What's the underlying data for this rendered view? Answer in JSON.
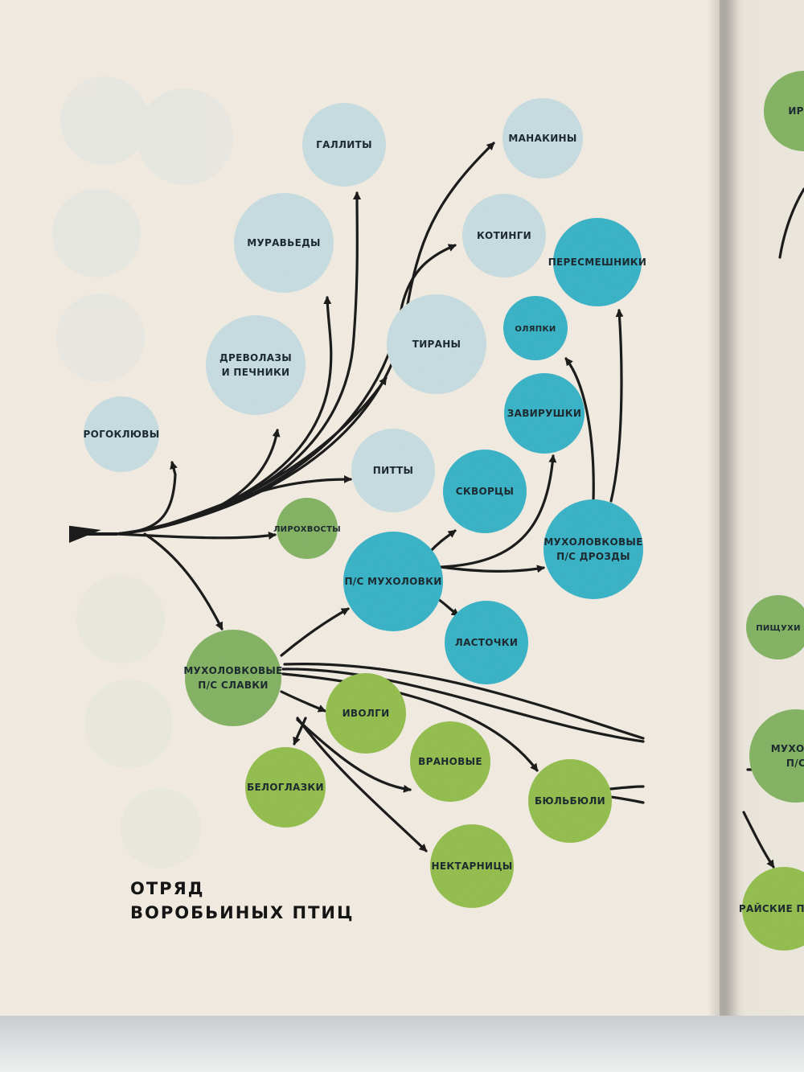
{
  "title": {
    "line1": "ОТРЯД",
    "line2": "ВОРОБЬИНЫХ ПТИЦ"
  },
  "colors": {
    "pale_blue": "#c7dee2",
    "turquoise": "#2fb1c6",
    "green": "#7fb15c",
    "lime_green": "#8fbd45",
    "arrow": "#1c1c1c"
  },
  "nodes": [
    {
      "id": "gallity",
      "lines": [
        "ГАЛЛИТЫ"
      ],
      "color": "pale_blue"
    },
    {
      "id": "manakiny",
      "lines": [
        "МАНАКИНЫ"
      ],
      "color": "pale_blue"
    },
    {
      "id": "muravedy",
      "lines": [
        "МУРАВЬЕДЫ"
      ],
      "color": "pale_blue"
    },
    {
      "id": "kotingi",
      "lines": [
        "КОТИНГИ"
      ],
      "color": "pale_blue"
    },
    {
      "id": "peresmeshniki",
      "lines": [
        "ПЕРЕСМЕШНИКИ"
      ],
      "color": "turquoise"
    },
    {
      "id": "drevolazy",
      "lines": [
        "ДРЕВОЛАЗЫ",
        "И ПЕЧНИКИ"
      ],
      "color": "pale_blue"
    },
    {
      "id": "tirany",
      "lines": [
        "ТИРАНЫ"
      ],
      "color": "pale_blue"
    },
    {
      "id": "olyapki",
      "lines": [
        "ОЛЯПКИ"
      ],
      "color": "turquoise"
    },
    {
      "id": "zavirushki",
      "lines": [
        "ЗАВИРУШКИ"
      ],
      "color": "turquoise"
    },
    {
      "id": "rogoklyuvy",
      "lines": [
        "РОГОКЛЮВЫ"
      ],
      "color": "pale_blue"
    },
    {
      "id": "pitty",
      "lines": [
        "ПИТТЫ"
      ],
      "color": "pale_blue"
    },
    {
      "id": "skvortsy",
      "lines": [
        "СКВОРЦЫ"
      ],
      "color": "turquoise"
    },
    {
      "id": "lirokhvosty",
      "lines": [
        "ЛИРОХВОСТЫ"
      ],
      "color": "green"
    },
    {
      "id": "drozdy",
      "lines": [
        "МУХОЛОВКОВЫЕ",
        "П/С ДРОЗДЫ"
      ],
      "color": "turquoise"
    },
    {
      "id": "mukholovki",
      "lines": [
        "П/С МУХОЛОВКИ"
      ],
      "color": "turquoise"
    },
    {
      "id": "lastochki",
      "lines": [
        "ЛАСТОЧКИ"
      ],
      "color": "turquoise"
    },
    {
      "id": "slavki",
      "lines": [
        "МУХОЛОВКОВЫЕ",
        "П/С СЛАВКИ"
      ],
      "color": "green"
    },
    {
      "id": "ivolgi",
      "lines": [
        "ИВОЛГИ"
      ],
      "color": "lime_green"
    },
    {
      "id": "vranovye",
      "lines": [
        "ВРАНОВЫЕ"
      ],
      "color": "lime_green"
    },
    {
      "id": "belоglazki",
      "lines": [
        "БЕЛОГЛАЗКИ"
      ],
      "color": "lime_green"
    },
    {
      "id": "bulbuli",
      "lines": [
        "БЮЛЬБЮЛИ"
      ],
      "color": "lime_green"
    },
    {
      "id": "nektarnitsy",
      "lines": [
        "НЕКТАРНИЦЫ"
      ],
      "color": "lime_green"
    }
  ],
  "edges": [
    [
      "root",
      "rogoklyuvy"
    ],
    [
      "root",
      "drevolazy"
    ],
    [
      "root",
      "muravedy"
    ],
    [
      "root",
      "gallity"
    ],
    [
      "root",
      "tirany"
    ],
    [
      "root",
      "manakiny"
    ],
    [
      "root",
      "kotingi"
    ],
    [
      "root",
      "pitty"
    ],
    [
      "root",
      "lirokhvosty"
    ],
    [
      "root",
      "slavki"
    ],
    [
      "slavki",
      "mukholovki"
    ],
    [
      "mukholovki",
      "skvortsy"
    ],
    [
      "mukholovki",
      "drozdy"
    ],
    [
      "mukholovki",
      "lastochki"
    ],
    [
      "mukholovki",
      "zavirushki"
    ],
    [
      "drozdy",
      "olyapki"
    ],
    [
      "drozdy",
      "peresmeshniki"
    ],
    [
      "slavki",
      "ivolgi"
    ],
    [
      "slavki",
      "vranovye"
    ],
    [
      "slavki",
      "belоglazki"
    ],
    [
      "slavki",
      "bulbuli"
    ],
    [
      "slavki",
      "nektarnitsy"
    ]
  ],
  "right_page_nodes": [
    {
      "id": "rp1",
      "lines": [
        "ИРАЛ"
      ],
      "color": "green"
    },
    {
      "id": "rp2",
      "lines": [
        "ПИЩУХИ"
      ],
      "color": "green"
    },
    {
      "id": "rp3",
      "lines": [
        "МУХОЛО",
        "П/С"
      ],
      "color": "green"
    },
    {
      "id": "rp4",
      "lines": [
        "РАЙСКИЕ ПТИЦ"
      ],
      "color": "lime_green"
    }
  ]
}
